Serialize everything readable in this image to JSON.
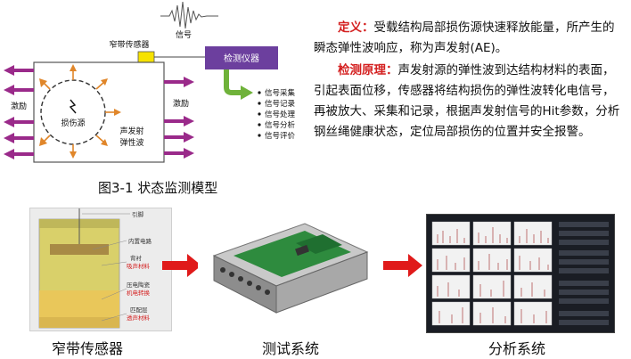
{
  "diagram": {
    "signal_label": "信号",
    "sensor_label": "窄带传感器",
    "instrument_label": "检测仪器",
    "excitation_left": "激励",
    "excitation_right": "激励",
    "damage_source_label": "损伤源",
    "wave_label_line1": "声发射",
    "wave_label_line2": "弹性波",
    "bullet_items": [
      "信号采集",
      "信号记录",
      "信号处理",
      "信号分析",
      "信号评价"
    ],
    "caption": "图3-1 状态监测模型"
  },
  "text_panel": {
    "definition_term": "定义：",
    "definition_body": "受载结构局部损伤源快速释放能量，所产生的瞬态弹性波响应，称为声发射(AE)。",
    "principle_term": "检测原理：",
    "principle_body": "声发射源的弹性波到达结构材料的表面，引起表面位移，传感器将结构损伤的弹性波转化电信号，再被放大、采集和记录，根据声发射信号的Hit参数，分析钢丝绳健康状态，定位局部损伤的位置并安全报警。"
  },
  "sensor_photo": {
    "labels": [
      "引脚",
      "内置电路",
      "背衬",
      "吸声材料",
      "压电陶瓷",
      "机电转换",
      "匹配层",
      "透声材料"
    ]
  },
  "bottom_labels": {
    "sensor": "窄带传感器",
    "test_system": "测试系统",
    "analysis_system": "分析系统"
  },
  "colors": {
    "accent_red": "#d42020",
    "instrument_purple": "#6c3f9e",
    "arrow_green": "#6fb23a",
    "excitation_purple": "#9a2a8a",
    "wave_orange": "#e0862a"
  }
}
